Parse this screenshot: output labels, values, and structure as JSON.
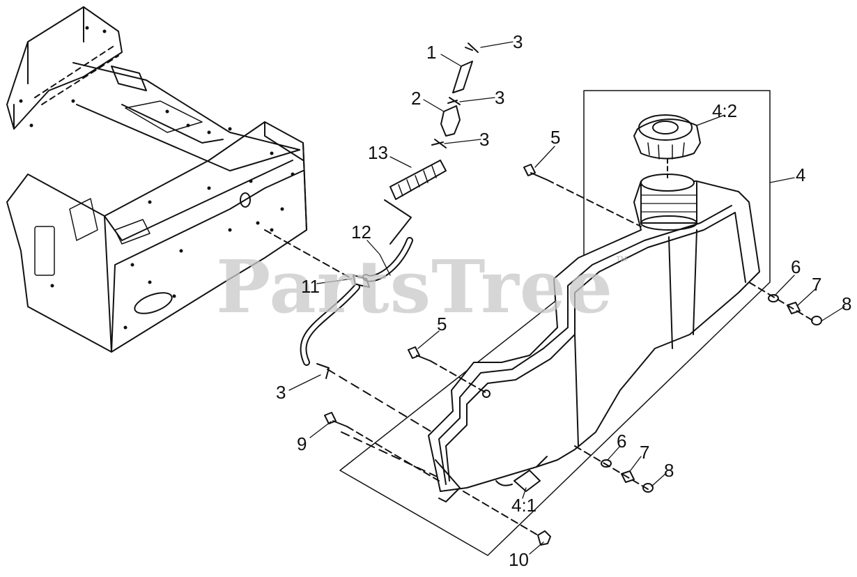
{
  "diagram": {
    "watermark": "PartsTree",
    "trademark": "TM",
    "callouts": [
      {
        "id": "c1",
        "text": "1"
      },
      {
        "id": "c2",
        "text": "2"
      },
      {
        "id": "c3a",
        "text": "3"
      },
      {
        "id": "c3b",
        "text": "3"
      },
      {
        "id": "c3c",
        "text": "3"
      },
      {
        "id": "c3d",
        "text": "3"
      },
      {
        "id": "c4",
        "text": "4"
      },
      {
        "id": "c4_1",
        "text": "4:1"
      },
      {
        "id": "c4_2",
        "text": "4:2"
      },
      {
        "id": "c5a",
        "text": "5"
      },
      {
        "id": "c5b",
        "text": "5"
      },
      {
        "id": "c6a",
        "text": "6"
      },
      {
        "id": "c6b",
        "text": "6"
      },
      {
        "id": "c7a",
        "text": "7"
      },
      {
        "id": "c7b",
        "text": "7"
      },
      {
        "id": "c8a",
        "text": "8"
      },
      {
        "id": "c8b",
        "text": "8"
      },
      {
        "id": "c9",
        "text": "9"
      },
      {
        "id": "c10",
        "text": "10"
      },
      {
        "id": "c11",
        "text": "11"
      },
      {
        "id": "c12",
        "text": "12"
      },
      {
        "id": "c13",
        "text": "13"
      }
    ]
  }
}
